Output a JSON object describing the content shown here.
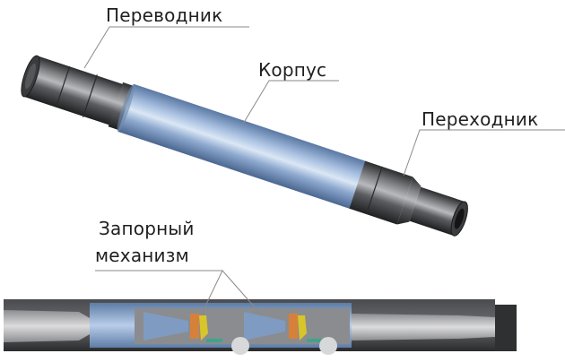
{
  "labels": {
    "adapter_top": "Переводник",
    "body": "Корпус",
    "adapter_right": "Переходник",
    "lock_mechanism_line1": "Запорный",
    "lock_mechanism_line2": "механизм"
  },
  "colors": {
    "pipe_steel": "#3f4043",
    "pipe_highlight": "#a9aaad",
    "body_blue": "#9fb8dc",
    "body_blue_light": "#d6e4f4",
    "body_blue_dark": "#5f7fa9",
    "leader_line": "#8a8a8a",
    "seal_orange": "#d6813a",
    "valve_yellow": "#d8c52a",
    "seal_green": "#3fa38a"
  }
}
